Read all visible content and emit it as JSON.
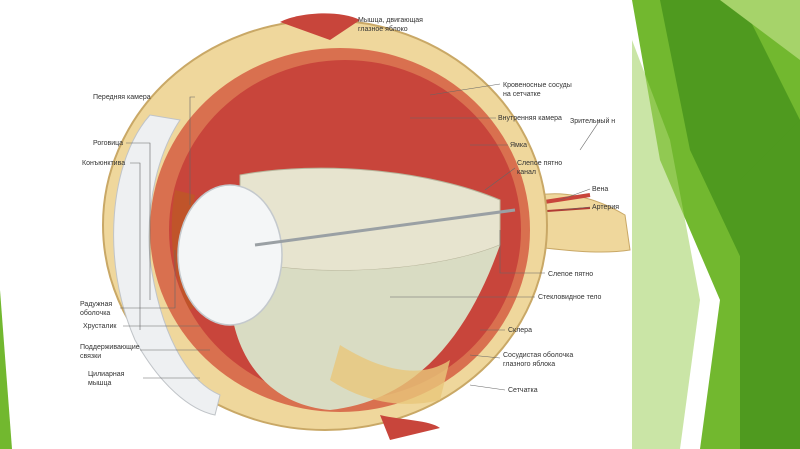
{
  "colors": {
    "background": "#ffffff",
    "green_dark": "#4f9a1f",
    "green_mid": "#72b82f",
    "green_light": "#a6d36a",
    "sclera": "#efd79c",
    "muscle": "#c8453b",
    "vitreous": "#d9dcc3",
    "leader": "#666666"
  },
  "labels": {
    "muscle": [
      "Мышца, двигающая",
      "глазное яблоко"
    ],
    "blood_vessels": [
      "Кровеносные сосуды",
      "на сетчатке"
    ],
    "inner_chamber": "Внутренняя камера",
    "fovea": "Ямка",
    "optic_nerve": "Зрительный н",
    "blind_spot": [
      "Слепое пятно",
      "канал"
    ],
    "vein": "Вена",
    "artery": "Артерия",
    "anterior_chamber": "Передняя камера",
    "cornea": "Роговица",
    "conjunctiva": "Конъюнктива",
    "iris": [
      "Радужная",
      "оболочка"
    ],
    "lens": "Хрусталик",
    "zonule": [
      "Поддерживающие",
      "связки"
    ],
    "ciliary_muscle": [
      "Цилиарная",
      "мышца"
    ],
    "optic_disc": "Слепое пятно",
    "vitreous_body": "Стекловидное тело",
    "sclera": "Склера",
    "choroid": [
      "Сосудистая оболочка",
      "глазного яблока"
    ],
    "retina": "Сетчатка"
  }
}
